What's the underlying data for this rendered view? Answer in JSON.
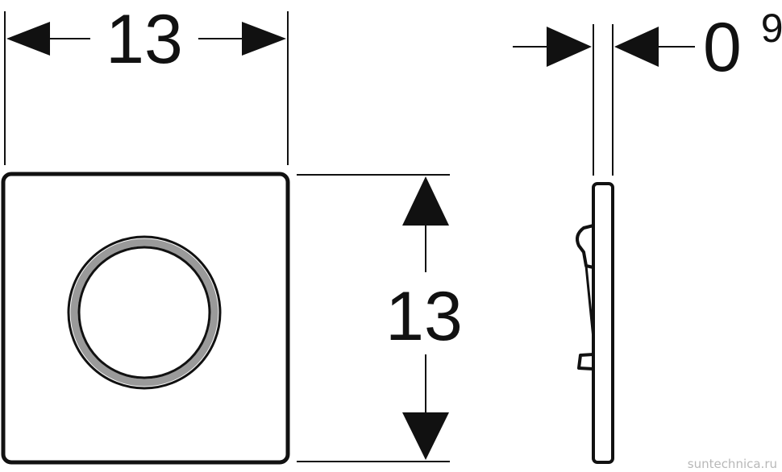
{
  "dimensions": {
    "width_label": "13",
    "height_label": "13",
    "depth_label_main": "0",
    "depth_label_sup": "9"
  },
  "watermark": "suntechnica.ru",
  "colors": {
    "line": "#111111",
    "ring_fill": "#9a9a9a",
    "background": "#ffffff",
    "watermark": "#b8b8b8"
  }
}
